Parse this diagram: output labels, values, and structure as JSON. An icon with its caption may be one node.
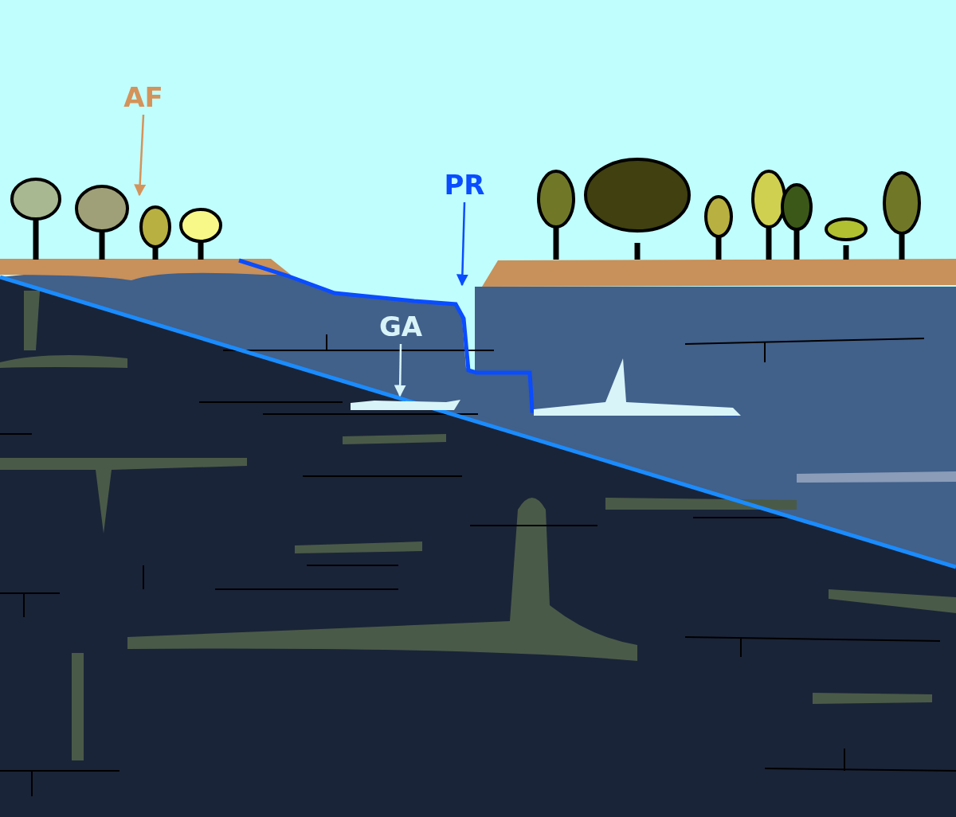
{
  "diagram": {
    "nodes": [
      {
        "text": [
          "AF"
        ]
      },
      {
        "text": [
          "PR"
        ]
      },
      {
        "text": [
          "GA"
        ]
      }
    ],
    "edges": [
      {
        "from": 0,
        "to": null,
        "arrow": "to",
        "color": "#d4935a"
      },
      {
        "from": 1,
        "to": null,
        "arrow": "to",
        "color": "#0a4cff"
      },
      {
        "from": 2,
        "to": null,
        "arrow": "to",
        "color": "#d8f4f8"
      }
    ]
  }
}
